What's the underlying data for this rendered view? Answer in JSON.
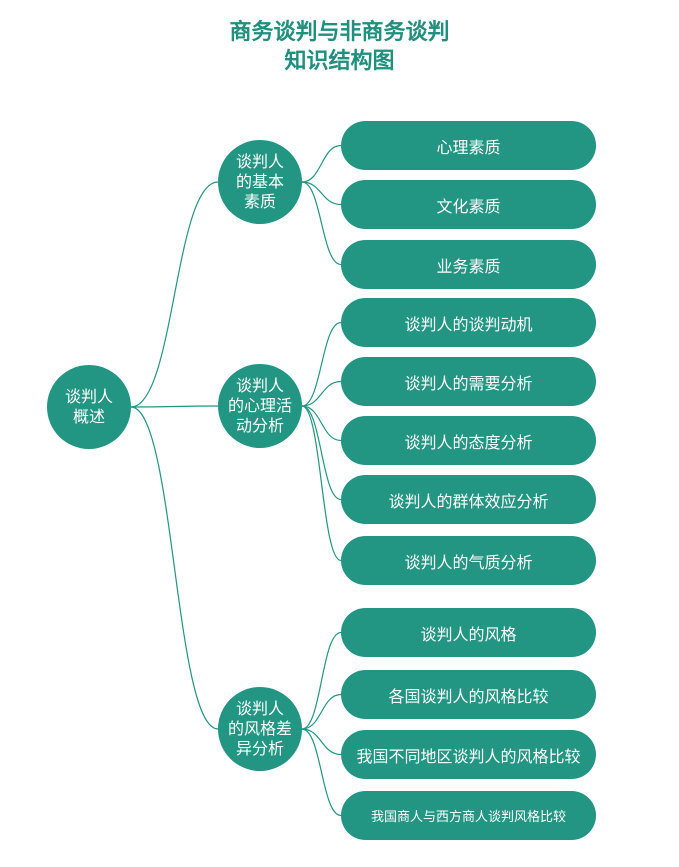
{
  "title_line1": "商务谈判与非商务谈判",
  "title_line2": "知识结构图",
  "root": {
    "label": "谈判人\n概述"
  },
  "branches": [
    {
      "label": "谈判人\n的基本\n素质",
      "leaves": [
        "心理素质",
        "文化素质",
        "业务素质"
      ]
    },
    {
      "label": "谈判人\n的心理活\n动分析",
      "leaves": [
        "谈判人的谈判动机",
        "谈判人的需要分析",
        "谈判人的态度分析",
        "谈判人的群体效应分析",
        "谈判人的气质分析"
      ]
    },
    {
      "label": "谈判人\n的风格差\n异分析",
      "leaves": [
        "谈判人的风格",
        "各国谈判人的风格比较",
        "我国不同地区谈判人的风格比较",
        "我国商人与西方商人谈判风格比较"
      ]
    }
  ],
  "colors": {
    "node": "#229583",
    "title": "#1f8f7e",
    "line": "#229583"
  }
}
